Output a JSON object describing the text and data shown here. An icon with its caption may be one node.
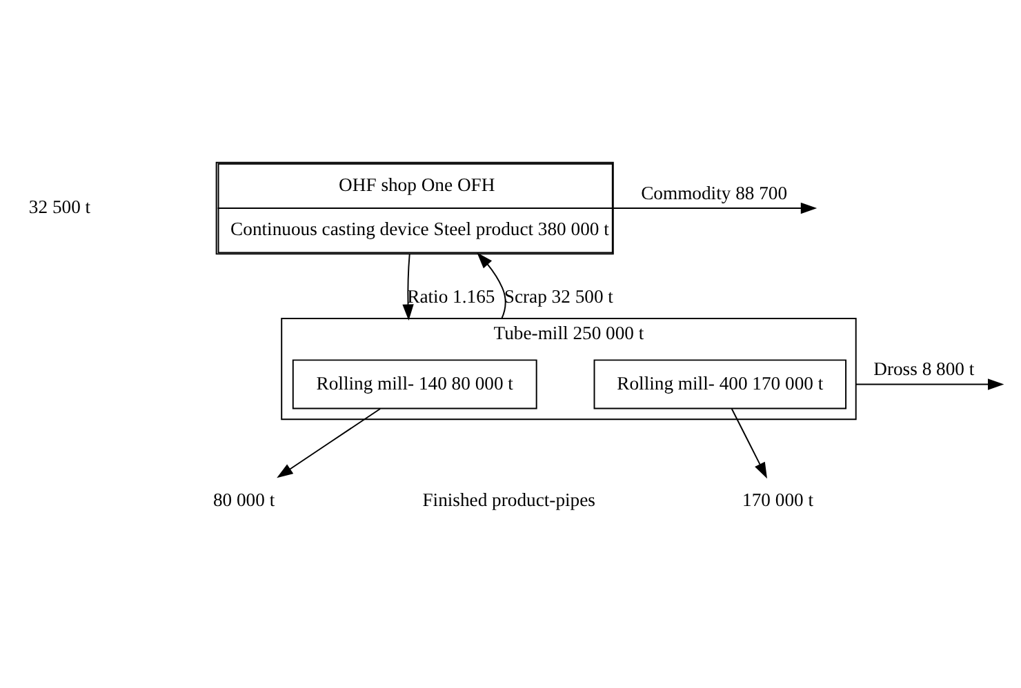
{
  "diagram": {
    "nodes": [
      {
        "text": [
          "OHF shop One OFH",
          "Continuous casting device Steel product 380 000 t"
        ]
      },
      {
        "text": [
          "Tube-mill 250 000 t"
        ]
      },
      {
        "text": [
          "Rolling mill- 140 80 000 t"
        ],
        "in": 1
      },
      {
        "text": [
          "Rolling mill- 400 170 000 t"
        ],
        "in": 1
      },
      {
        "text": [
          "80 000 t"
        ]
      },
      {
        "text": [
          "170 000 t"
        ]
      }
    ],
    "edges": [
      {
        "from": 0,
        "to": null,
        "arrow": "to",
        "label": "Commodity 88 700"
      },
      {
        "from": 0,
        "to": 1,
        "arrow": "to",
        "label": "Ratio 1.165"
      },
      {
        "from": 1,
        "to": 0,
        "arrow": "to",
        "label": "Scrap 32 500 t"
      },
      {
        "from": 1,
        "to": null,
        "arrow": "to",
        "label": "Dross 8 800 t"
      },
      {
        "from": 2,
        "to": 4,
        "arrow": "to"
      },
      {
        "from": 3,
        "to": 5,
        "arrow": "to"
      }
    ],
    "labels": [
      "32 500 t",
      "Finished product-pipes"
    ]
  }
}
